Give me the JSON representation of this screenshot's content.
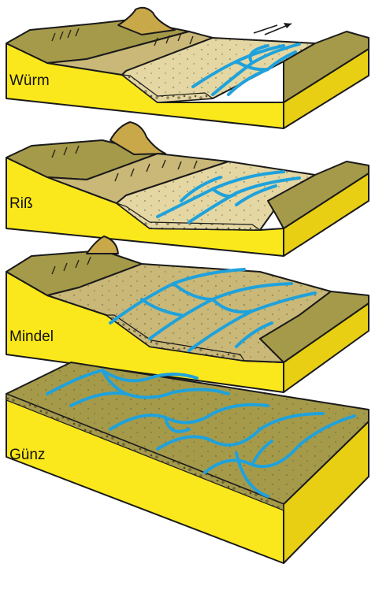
{
  "stages": [
    {
      "label": "Würm"
    },
    {
      "label": "Riß"
    },
    {
      "label": "Mindel"
    },
    {
      "label": "Günz"
    }
  ],
  "colors": {
    "block_side": "#fbe81c",
    "block_side_dark": "#e8cf14",
    "terrace_high": "#a59a4a",
    "terrace_mid": "#c9b878",
    "floodplain": "#e4d7a3",
    "river": "#1fa2dc",
    "outline": "#1a1a1a"
  },
  "icons": {
    "flow_arrow": "flow-direction-arrow-icon"
  }
}
